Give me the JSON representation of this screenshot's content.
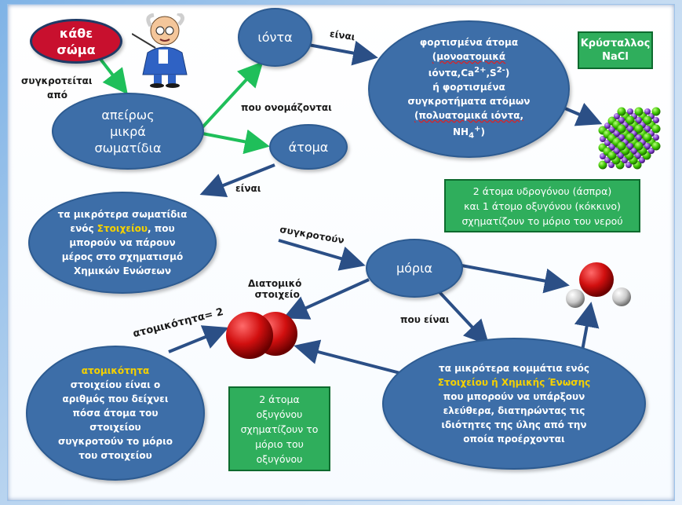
{
  "nodes": {
    "kathe_soma": [
      "κάθε",
      "σώμα"
    ],
    "apeiros": [
      "απείρως",
      "μικρά",
      "σωματίδια"
    ],
    "ionta": "ιόντα",
    "atoma": "άτομα",
    "fortismena": {
      "line1": "φορτισμένα άτομα",
      "line2": "(μονοατομικά",
      "line3a": "ιόντα,Ca",
      "ca_sup": "2+",
      "line3b": ",S",
      "s_sup": "2-",
      "line3c": ")",
      "line4": "ή φορτισμένα",
      "line5": "συγκροτήματα ατόμων",
      "line6": "(πολυατομικά ιόντα,",
      "nh4": "NH",
      "nh4_sub": "4",
      "nh4_sup": "+",
      "line7c": ")"
    },
    "mikrotera_soma": {
      "line1": "τα μικρότερα σωματίδια",
      "line2a": "ενός ",
      "line2b": "Στοιχείου",
      "line2c": ", που",
      "line3": "μπορούν να πάρουν",
      "line4": "μέρος στο σχηματισμό",
      "line5": "Χημικών Ενώσεων"
    },
    "moria": "μόρια",
    "mikrotera_kommatia": {
      "line1": "τα μικρότερα κομμάτια  ενός",
      "line2": "Στοιχείου  ή Χημικής Ένωσης",
      "line3": "που μπορούν να υπάρξουν",
      "line4": "ελεύθερα, διατηρώντας τις",
      "line5": "ιδιότητες της ύλης από την",
      "line6": "οποία προέρχονται"
    },
    "atomikotita": {
      "line1": "ατομικότητα",
      "line2": "στοιχείου είναι ο",
      "line3": "αριθμός που δείχνει",
      "line4": "πόσα άτομα του",
      "line5": "στοιχείου",
      "line6": "συγκροτούν  το μόριο",
      "line7": "του στοιχείου"
    }
  },
  "labels": {
    "sygkroteitai": "συγκροτείται",
    "apo": "από",
    "einai_1": "είναι",
    "pou_onomazontai": "που ονομάζονται",
    "einai_2": "είναι",
    "sygkrotoun": "συγκροτούν",
    "pou_einai": "που είναι",
    "diatomiko_1": "Διατομικό",
    "diatomiko_2": "στοιχείο",
    "atomikotita_2": "ατομικότητα= 2"
  },
  "boxes": {
    "krystallos": [
      "Κρύσταλλος",
      "NaCl"
    ],
    "nero": [
      "2 άτομα υδρογόνου (άσπρα)",
      "και 1 άτομο οξυγόνου (κόκκινο)",
      "σχηματίζουν το μόριο του νερού"
    ],
    "oxygono": [
      "2 άτομα",
      "οξυγόνου",
      "σχηματίζουν το",
      "μόριο του",
      "οξυγόνου"
    ]
  },
  "colors": {
    "oval_fill": "#3d6ea8",
    "red_oval": "#c8102e",
    "green_box": "#2fae5c",
    "green_arrow": "#1fbf5a",
    "dark_arrow": "#2b4f86",
    "highlight_text": "#f5d100"
  }
}
